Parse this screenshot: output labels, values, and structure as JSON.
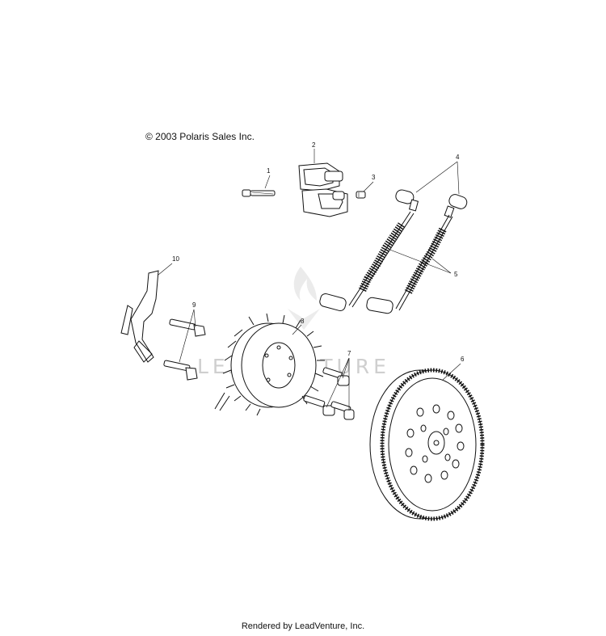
{
  "copyright": "© 2003 Polaris Sales Inc.",
  "footer": "Rendered by LeadVenture, Inc.",
  "watermark": "LEADVENTURE",
  "callouts": {
    "c1": "1",
    "c2": "2",
    "c3": "3",
    "c4": "4",
    "c5": "5",
    "c6": "6",
    "c7": "7",
    "c8": "8",
    "c9": "9",
    "c10": "10"
  }
}
